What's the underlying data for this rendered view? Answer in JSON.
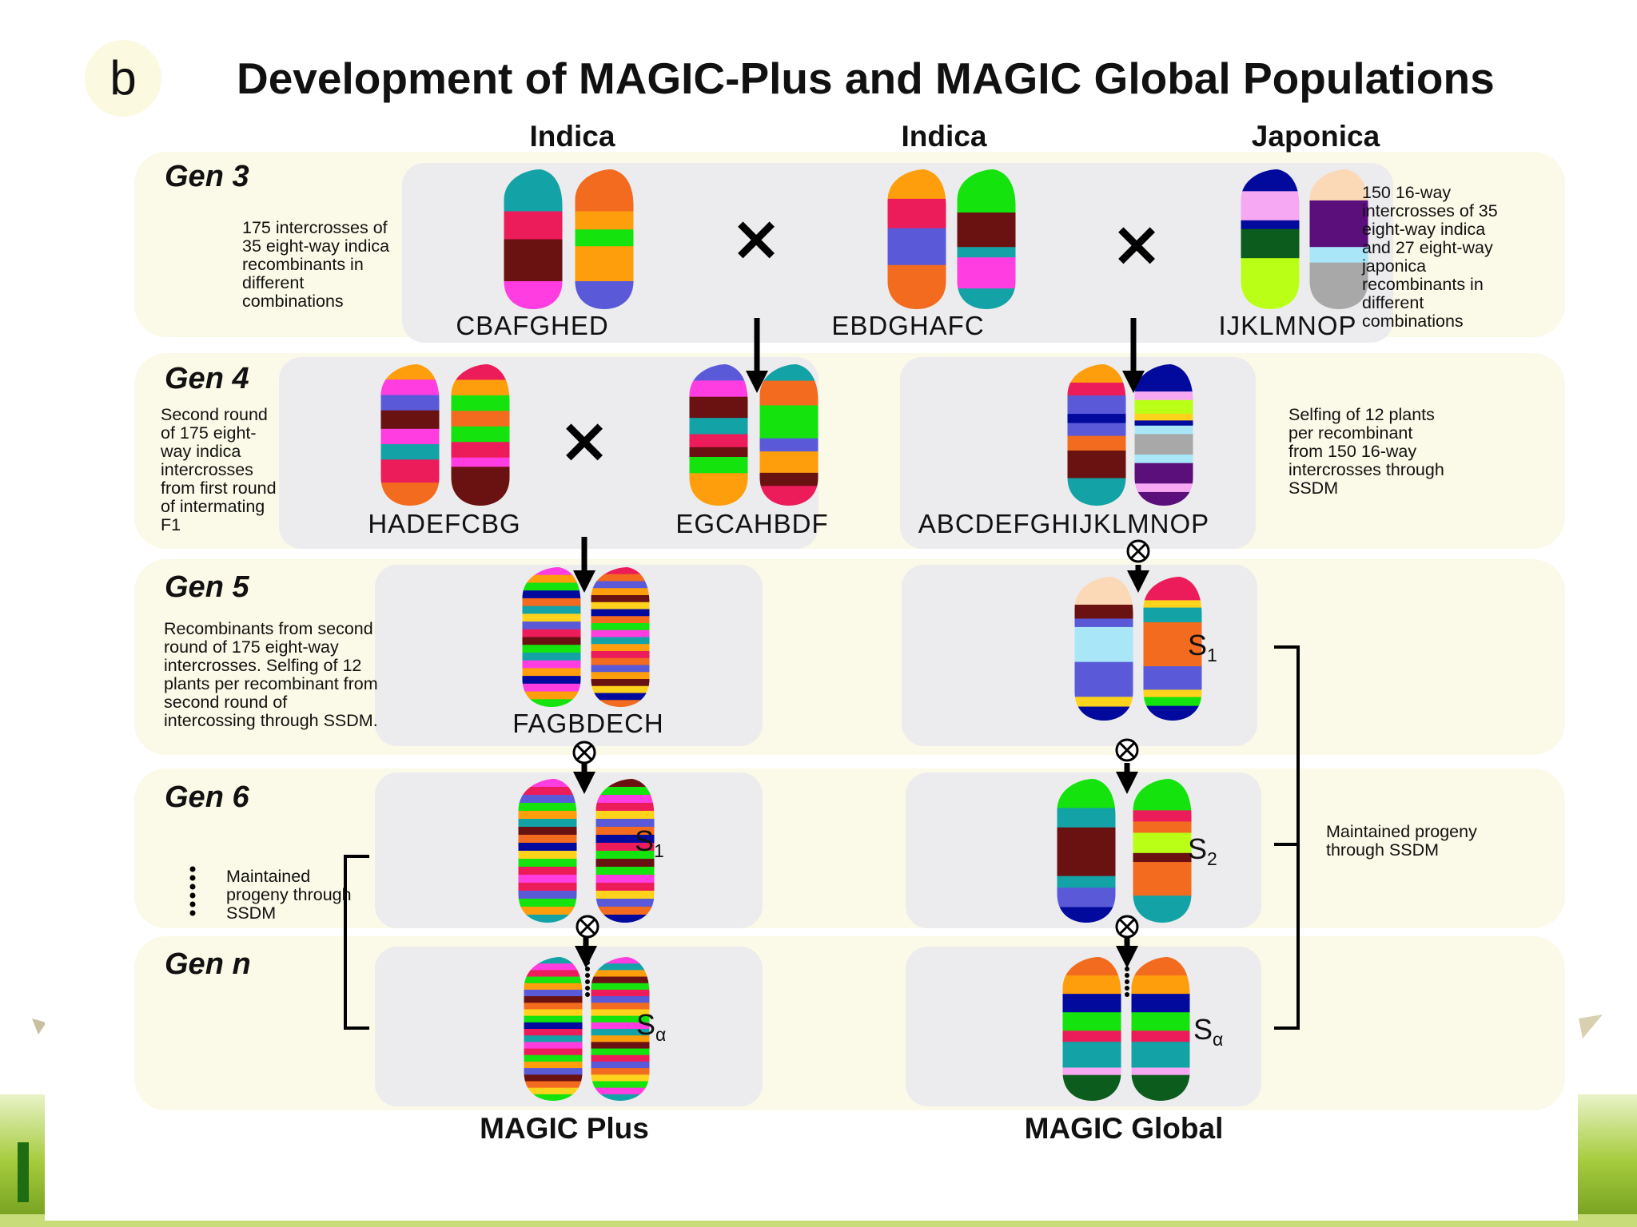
{
  "letter": "b",
  "title": "Development of MAGIC-Plus and MAGIC Global Populations",
  "columns": [
    "Indica",
    "Indica",
    "Japonica"
  ],
  "generations": [
    "Gen 3",
    "Gen 4",
    "Gen 5",
    "Gen 6",
    "Gen n"
  ],
  "notes": {
    "gen3_left": "175 intercrosses of 35 eight-way indica recombinants in different combinations",
    "gen3_right": "150 16-way intercrosses of 35 eight-way indica and 27 eight-way japonica recombinants in different combinations",
    "gen4_left": "Second round of 175 eight-way indica intercrosses from first round of intermating F1",
    "gen4_right": "Selfing of 12 plants per recombinant from 150 16-way intercrosses through SSDM",
    "gen5_left": "Recombinants from second round of 175 eight-way intercrosses. Selfing of 12 plants per recombinant from second round of intercossing through SSDM.",
    "gen6_left": "Maintained progeny through SSDM",
    "right_bracket": "Maintained progeny through SSDM"
  },
  "codes": {
    "g3a": "CBAFGHED",
    "g3b": "EBDGHAFC",
    "g3c": "IJKLMNOP",
    "g4a": "HADEFCBG",
    "g4b": "EGCAHBDF",
    "g4c": "ABCDEFGHIJKLMNOP",
    "g5a": "FAGBDECH"
  },
  "generation_labels": {
    "s": "S",
    "sub1": "1",
    "sub2": "2",
    "subn": "α"
  },
  "cross_symbol": "×",
  "self_symbol": "⊗",
  "footer": [
    "MAGIC Plus",
    "MAGIC Global"
  ],
  "colors": {
    "band": "#fbf9e7",
    "panel": "#ececee",
    "founders": [
      "#13a3a6",
      "#ec1c5b",
      "#6a1111",
      "#ff3de0",
      "#f26b1e",
      "#ff9e0d",
      "#14e30e",
      "#5a5ad8",
      "#020a9e",
      "#f7a8f2",
      "#0c5c1e",
      "#b9ff16",
      "#fbd9b6",
      "#5a0f7a",
      "#a8e6f8",
      "#a8a8a8",
      "#ffd21c"
    ]
  }
}
